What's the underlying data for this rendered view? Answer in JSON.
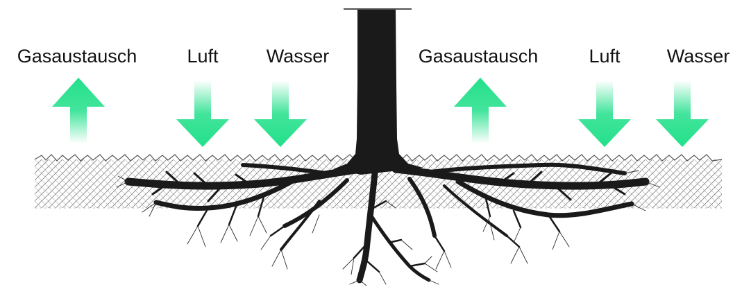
{
  "labels": {
    "left": {
      "gas": "Gasaustausch",
      "air": "Luft",
      "water": "Wasser"
    },
    "right": {
      "gas": "Gasaustausch",
      "air": "Luft",
      "water": "Wasser"
    }
  },
  "arrows": [
    {
      "group": "left",
      "kind": "gas",
      "direction": "up"
    },
    {
      "group": "left",
      "kind": "air",
      "direction": "down"
    },
    {
      "group": "left",
      "kind": "water",
      "direction": "down"
    },
    {
      "group": "right",
      "kind": "gas",
      "direction": "up"
    },
    {
      "group": "right",
      "kind": "air",
      "direction": "down"
    },
    {
      "group": "right",
      "kind": "water",
      "direction": "down"
    }
  ],
  "colors": {
    "arrow": "#22e08a",
    "trunk": "#1a1a1a",
    "soil_line": "#555555",
    "background": "#ffffff"
  }
}
